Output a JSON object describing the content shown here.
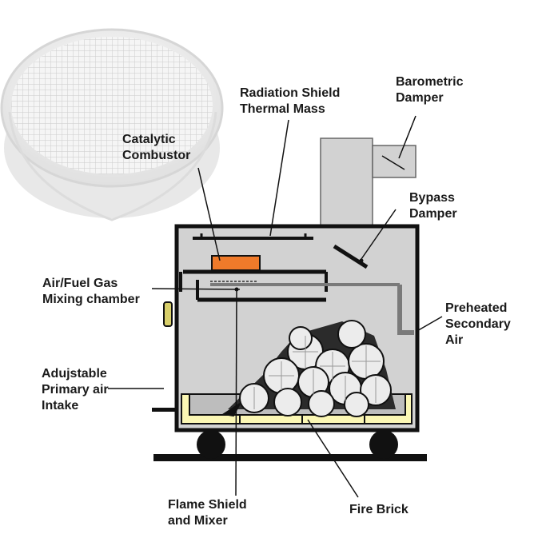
{
  "labels": {
    "radiation_shield": [
      "Radiation Shield",
      "Thermal Mass"
    ],
    "barometric_damper": [
      "Barometric",
      "Damper"
    ],
    "catalytic_combustor": [
      "Catalytic",
      "Combustor"
    ],
    "bypass_damper": [
      "Bypass",
      "Damper"
    ],
    "air_fuel_gas": [
      "Air/Fuel Gas",
      "Mixing chamber"
    ],
    "preheated_secondary_air": [
      "Preheated",
      "Secondary",
      "Air"
    ],
    "primary_air_intake": [
      "Adujstable",
      "Primary air",
      "Intake"
    ],
    "flame_shield": [
      "Flame Shield",
      "and Mixer"
    ],
    "fire_brick": [
      "Fire Brick"
    ]
  },
  "colors": {
    "stove_body": "#d2d2d2",
    "outline": "#111111",
    "catalytic_combustor": "#ef7a2a",
    "fire_brick": "#fbf7b4",
    "log_fill": "#ececec",
    "combustor_honeycomb": "#f2f2f2"
  }
}
